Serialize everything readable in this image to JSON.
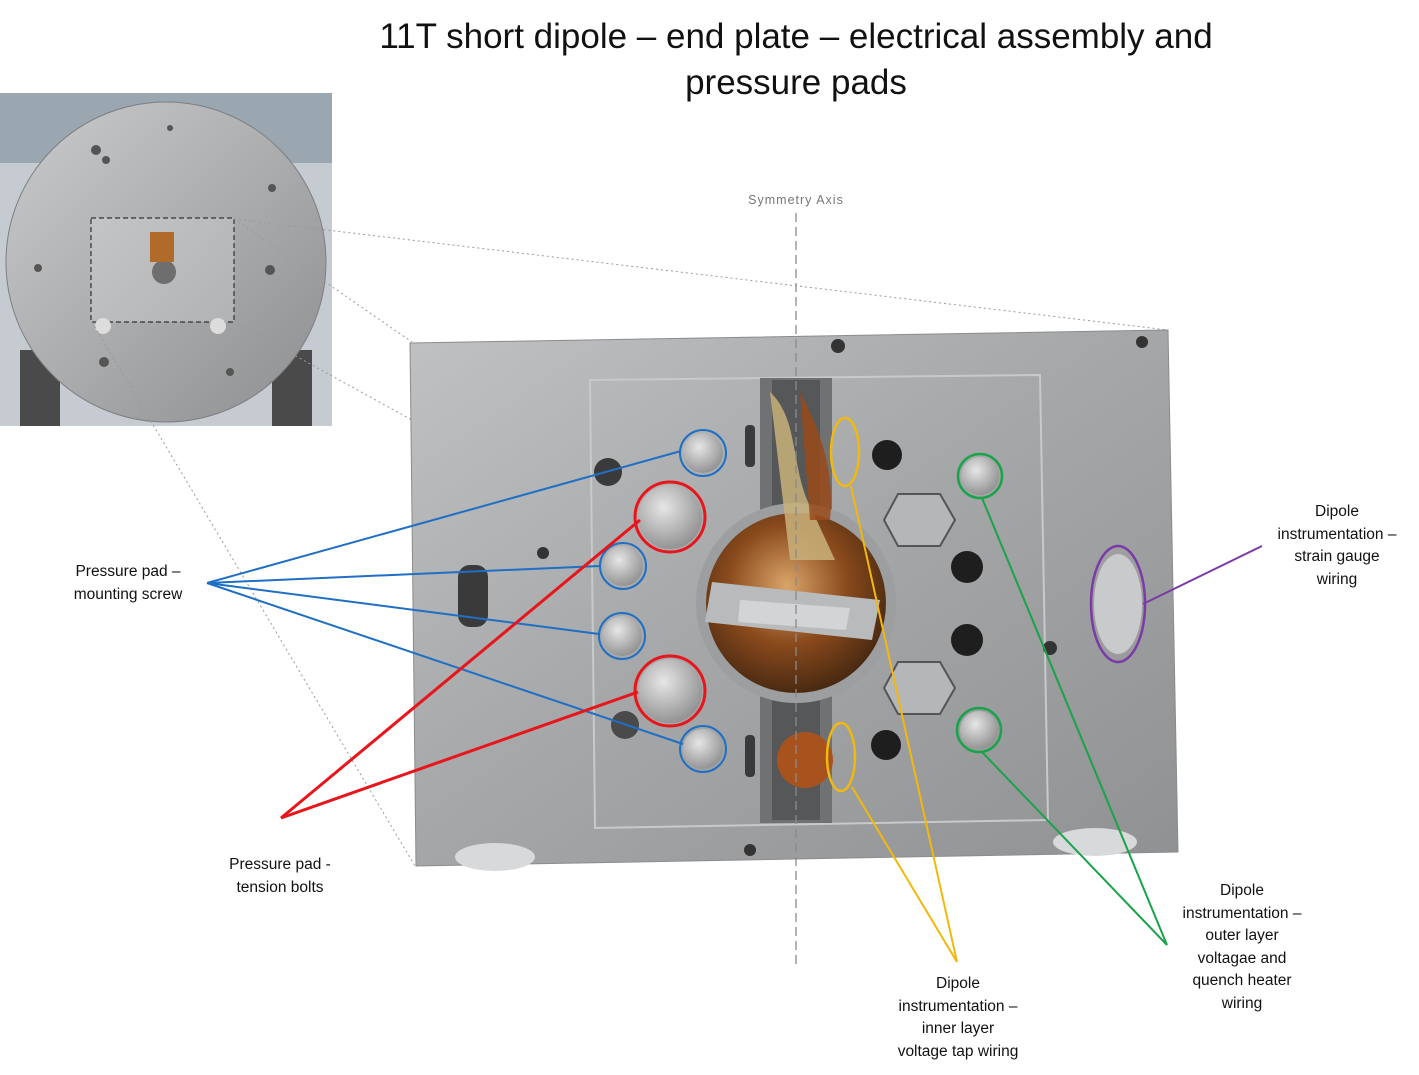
{
  "title": {
    "line1": "11T short dipole – end plate – electrical assembly and",
    "line2": "pressure pads"
  },
  "axis_label": "Symmetry Axis",
  "labels": {
    "mounting_screw": [
      "Pressure pad –",
      "mounting screw"
    ],
    "tension_bolts": [
      "Pressure pad -",
      "tension bolts"
    ],
    "inner_layer": [
      "Dipole",
      "instrumentation –",
      "inner layer",
      "voltage tap wiring"
    ],
    "outer_layer": [
      "Dipole",
      "instrumentation –",
      "outer layer",
      "voltagae and",
      "quench heater",
      "wiring"
    ],
    "strain_gauge": [
      "Dipole",
      "instrumentation –",
      "strain gauge",
      "wiring"
    ]
  },
  "colors": {
    "mounting_screw": "#1f6fc4",
    "tension_bolts": "#e8151b",
    "inner_layer": "#f2b90c",
    "outer_layer": "#1aa34a",
    "strain_gauge": "#7b3aa6"
  }
}
